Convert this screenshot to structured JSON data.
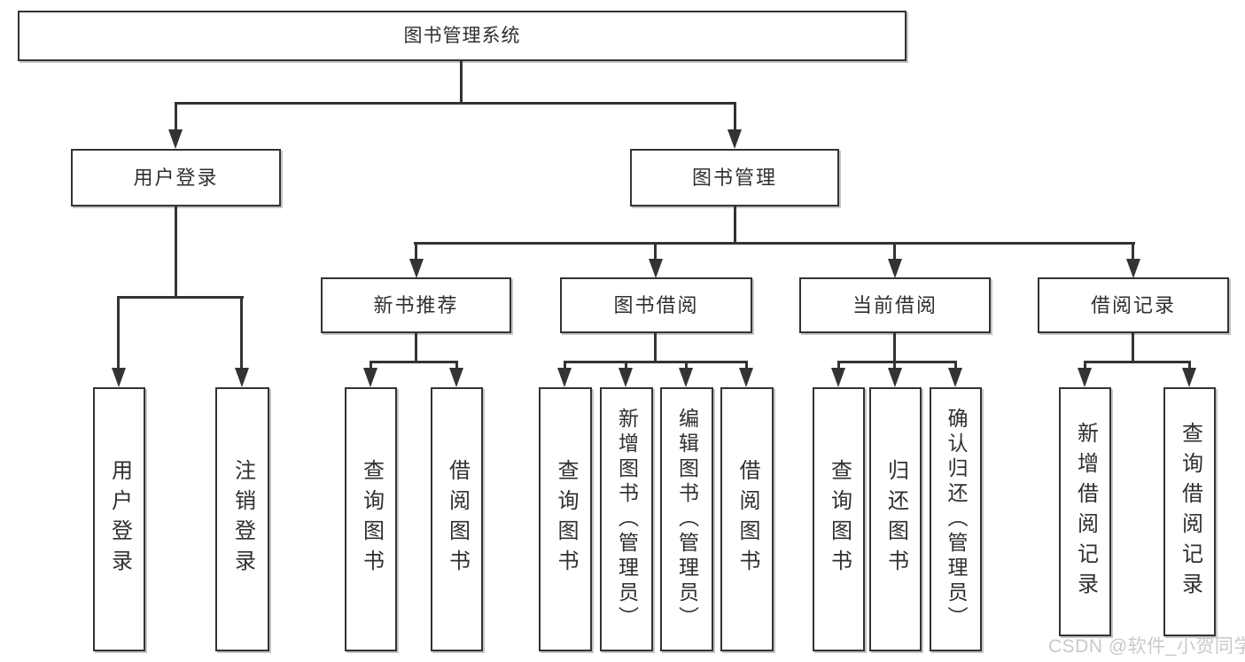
{
  "diagram": {
    "type": "tree",
    "root": {
      "label": "图书管理系统"
    },
    "level1": [
      {
        "id": "user-login",
        "label": "用户登录"
      },
      {
        "id": "book-management",
        "label": "图书管理"
      }
    ],
    "level2": [
      {
        "id": "new-book-recommend",
        "label": "新书推荐",
        "parent": "图书管理"
      },
      {
        "id": "book-borrow",
        "label": "图书借阅",
        "parent": "图书管理"
      },
      {
        "id": "current-borrow",
        "label": "当前借阅",
        "parent": "图书管理"
      },
      {
        "id": "borrow-records",
        "label": "借阅记录",
        "parent": "图书管理"
      }
    ],
    "leaves": {
      "login": [
        {
          "label": "用户登录"
        },
        {
          "label": "注销登录"
        }
      ],
      "recommend": [
        {
          "label": "查询图书"
        },
        {
          "label": "借阅图书"
        }
      ],
      "borrow": [
        {
          "label": "查询图书"
        },
        {
          "label": "新增图书（管理员）"
        },
        {
          "label": "编辑图书（管理员）"
        },
        {
          "label": "借阅图书"
        }
      ],
      "current": [
        {
          "label": "查询图书"
        },
        {
          "label": "归还图书"
        },
        {
          "label": "确认归还（管理员）"
        }
      ],
      "records": [
        {
          "label": "新增借阅记录"
        },
        {
          "label": "查询借阅记录"
        }
      ]
    }
  },
  "watermark": {
    "text": "CSDN @软件_小贺同学"
  },
  "colors": {
    "line": "#333333",
    "box_border": "#333333",
    "text": "#2f2f2f",
    "background": "#ffffff",
    "watermark": "#c9c9c9"
  }
}
